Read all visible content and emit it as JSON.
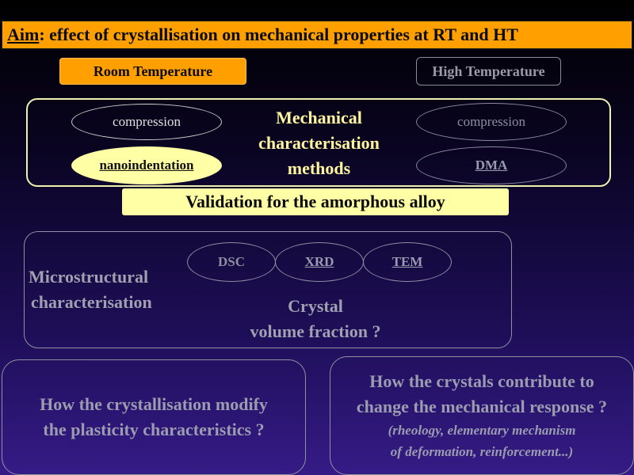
{
  "title": {
    "aim_word": "Aim",
    "rest": ": effect of crystallisation on mechanical properties at RT and HT"
  },
  "buttons": {
    "room": "Room Temperature",
    "high": "High Temperature"
  },
  "mechanical": {
    "heading_lines": [
      "Mechanical",
      "characterisation",
      "methods"
    ],
    "rt_methods": [
      "compression",
      "nanoindentation"
    ],
    "ht_methods": [
      "compression",
      "DMA"
    ]
  },
  "validation": "Validation for the amorphous alloy",
  "microstructural": {
    "label_lines": [
      "Microstructural",
      "characterisation"
    ],
    "techniques": [
      "DSC",
      "XRD",
      "TEM"
    ],
    "crystal_lines": [
      "Crystal",
      "volume fraction ?"
    ]
  },
  "questions": {
    "left_lines": [
      "How the crystallisation modify",
      "the plasticity characteristics ?"
    ],
    "right_lines": [
      "How the crystals contribute to",
      "change the mechanical response ?"
    ],
    "right_sub_lines": [
      "(rheology, elementary mechanism",
      "of deformation, reinforcement...)"
    ]
  },
  "colors": {
    "orange": "#ffa000",
    "pale_yellow": "#ffffa6",
    "heading_yellow": "#fff5a0",
    "muted": "#a0a0b0"
  }
}
